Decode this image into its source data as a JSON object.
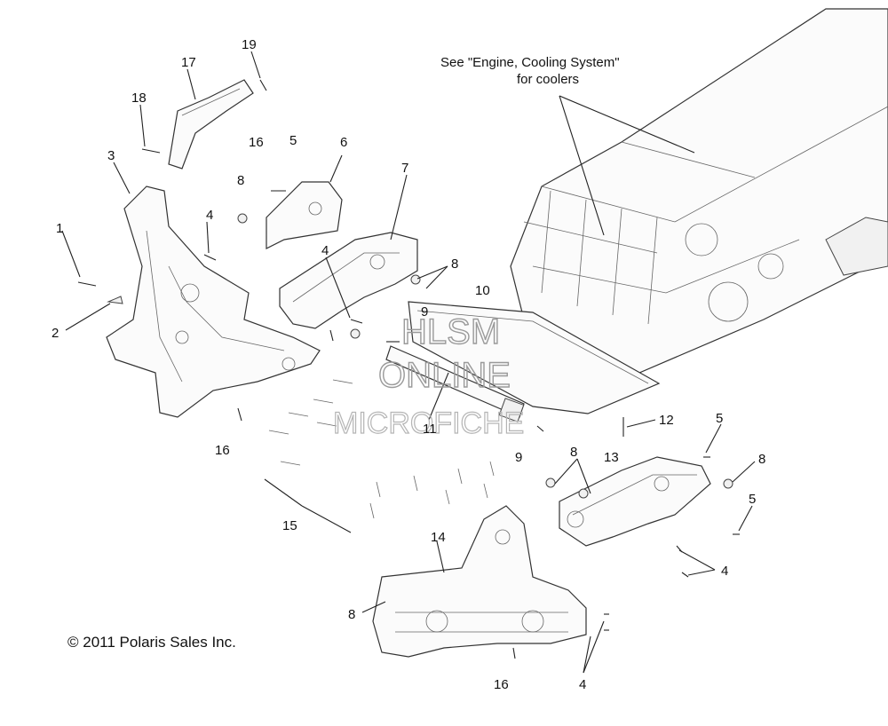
{
  "diagram": {
    "note_line1": "See \"Engine, Cooling System\"",
    "note_line2": "for coolers",
    "copyright": "© 2011 Polaris Sales Inc.",
    "watermark": [
      "HLSM",
      "ONLINE",
      "MICROFICHE"
    ],
    "callouts": [
      "19",
      "17",
      "18",
      "16",
      "5",
      "6",
      "3",
      "8",
      "4",
      "7",
      "1",
      "4",
      "8",
      "10",
      "2",
      "9",
      "11",
      "16",
      "15",
      "9",
      "12",
      "5",
      "8",
      "13",
      "8",
      "5",
      "14",
      "4",
      "8",
      "16",
      "4"
    ]
  }
}
